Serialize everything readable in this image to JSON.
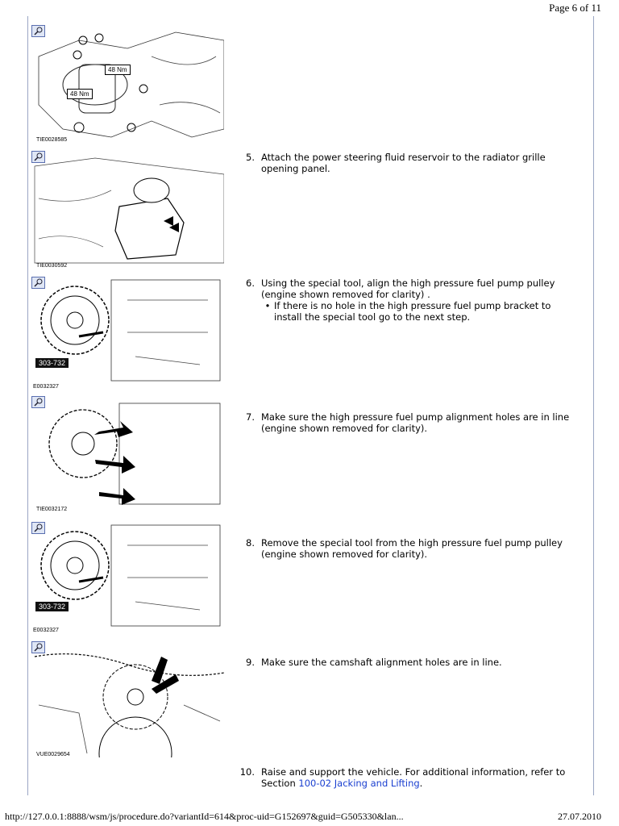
{
  "page": {
    "label": "Page 6 of 11"
  },
  "footer": {
    "url": "http://127.0.0.1:8888/wsm/js/procedure.do?variantId=614&proc-uid=G152697&guid=G505330&lan...",
    "date": "27.07.2010"
  },
  "figures": [
    {
      "caption": "TIE0028585",
      "labels": [
        "48 Nm",
        "48 Nm"
      ]
    },
    {
      "caption": "TIE0030592"
    },
    {
      "caption": "E0032327",
      "tool": "303-732"
    },
    {
      "caption": "TIE0032172"
    },
    {
      "caption": "E0032327",
      "tool": "303-732"
    },
    {
      "caption": "VUE0029654"
    }
  ],
  "steps": [
    {
      "num": "5.",
      "text": "Attach the power steering fluid reservoir to the radiator grille opening panel."
    },
    {
      "num": "6.",
      "text": "Using the special tool, align the high pressure fuel pump pulley (engine shown removed for clarity) .",
      "bullet": "If there is no hole in the high pressure fuel pump bracket to install the special tool go to the next step."
    },
    {
      "num": "7.",
      "text": "Make sure the high pressure fuel pump alignment holes are in line (engine shown removed for clarity)."
    },
    {
      "num": "8.",
      "text": "Remove the special tool from the high pressure fuel pump pulley (engine shown removed for clarity)."
    },
    {
      "num": "9.",
      "text": "Make sure the camshaft alignment holes are in line."
    },
    {
      "num": "10.",
      "text": "Raise and support the vehicle. For additional information, refer to Section ",
      "link": "100-02 Jacking and Lifting",
      "tail": "."
    }
  ]
}
